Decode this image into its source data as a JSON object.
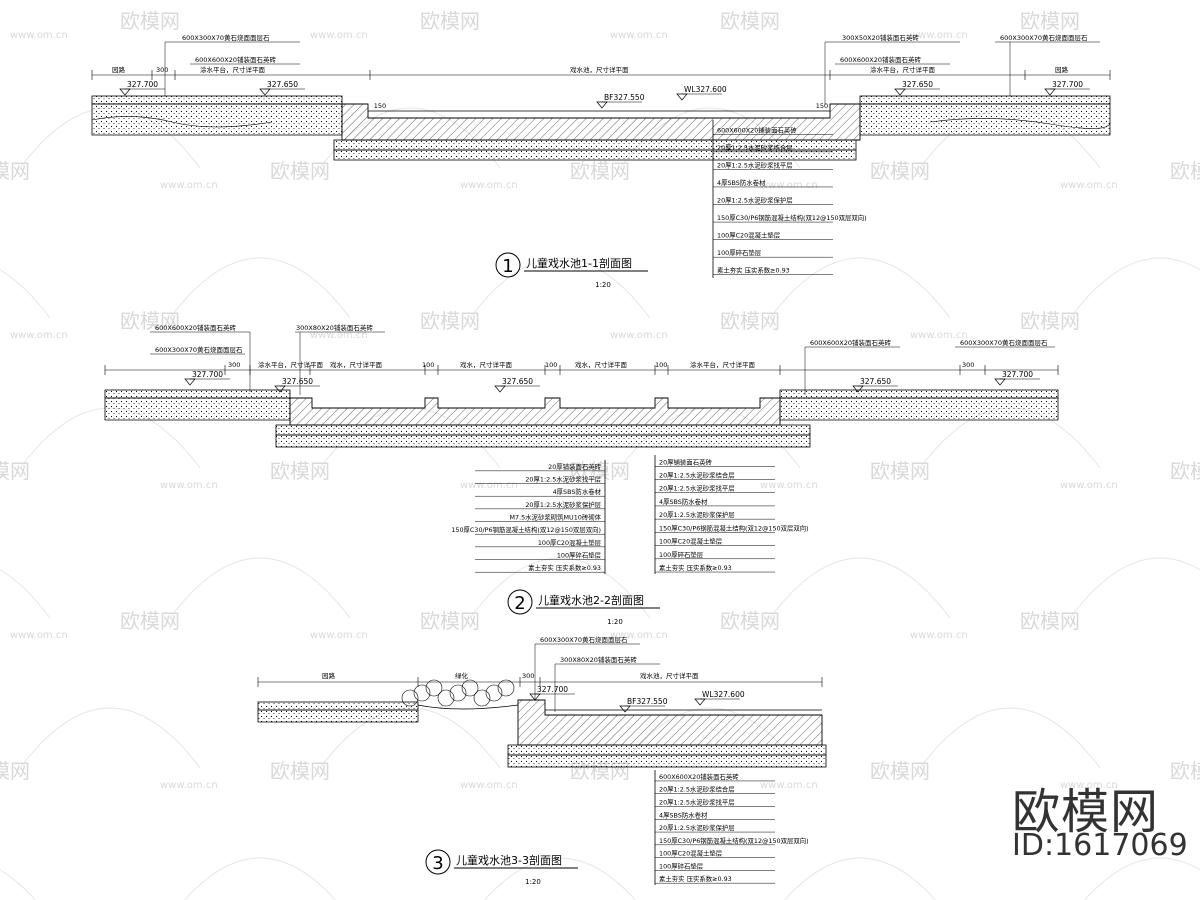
{
  "sections": [
    {
      "title": "儿童戏水池1-1剖面图",
      "scale": "1:20",
      "marker": "1",
      "top_notes": [
        "600X300X70黄石烧面面层石",
        "600X600X20铺装面石英砖",
        "300X50X20铺装面石英砖",
        "600X600X20铺装面石英砖",
        "600X300X70黄石烧面面层石"
      ],
      "spans": [
        "园路",
        "300",
        "涂水平台，尺寸详平面",
        "戏水池，尺寸详平面",
        "涂水平台，尺寸详平面",
        "园路"
      ],
      "levels": [
        "327.700",
        "327.650",
        "BF327.550",
        "WL327.600",
        "327.650",
        "327.700"
      ],
      "dims": [
        "150",
        "150"
      ],
      "layers": [
        "600X600X20铺装面石英砖",
        "20厚1:2.5水泥砂浆结合层",
        "20厚1:2.5水泥砂浆找平层",
        "4厚SBS防水卷材",
        "20厚1:2.5水泥砂浆保护层",
        "150厚C30/P6钢筋混凝土结构(双12@150双层双向)",
        "100厚C20混凝土垫层",
        "100厚碎石垫层",
        "素土夯实  压实系数≥0.93"
      ]
    },
    {
      "title": "儿童戏水池2-2剖面图",
      "scale": "1:20",
      "marker": "2",
      "top_notes": [
        "600X600X20铺装面石英砖",
        "600X300X70黄石烧面面层石",
        "300X80X20铺装面石英砖",
        "600X600X20铺装面石英砖",
        "600X300X70黄石烧面面层石"
      ],
      "spans": [
        "300",
        "涂水平台，尺寸详平面",
        "戏水，尺寸详平面",
        "100",
        "戏水，尺寸详平面",
        "100",
        "戏水，尺寸详平面",
        "100",
        "涂水平台，尺寸详平面",
        "300"
      ],
      "levels": [
        "327.700",
        "327.650",
        "327.650",
        "327.650",
        "327.700"
      ],
      "layers_left": [
        "20厚铺装面石英砖",
        "20厚1:2.5水泥砂浆找平层",
        "4厚SBS防水卷材",
        "20厚1:2.5水泥砂浆保护层",
        "M7.5水泥砂浆砌筑MU10砖砌体",
        "150厚C30/P6钢筋混凝土结构(双12@150双层双向)",
        "100厚C20混凝土垫层",
        "100厚碎石垫层",
        "素土夯实  压实系数≥0.93"
      ],
      "layers_right": [
        "20厚铺装面石英砖",
        "20厚1:2.5水泥砂浆结合层",
        "20厚1:2.5水泥砂浆找平层",
        "4厚SBS防水卷材",
        "20厚1:2.5水泥砂浆保护层",
        "150厚C30/P6钢筋混凝土结构(双12@150双层双向)",
        "100厚C20混凝土垫层",
        "100厚碎石垫层",
        "素土夯实  压实系数≥0.93"
      ]
    },
    {
      "title": "儿童戏水池3-3剖面图",
      "scale": "1:20",
      "marker": "3",
      "top_notes": [
        "600X300X70黄石烧面面层石",
        "300X80X20铺装面石英砖"
      ],
      "spans": [
        "园路",
        "绿化",
        "300",
        "戏水池，尺寸详平面"
      ],
      "levels": [
        "327.700",
        "BF327.550",
        "WL327.600"
      ],
      "layers": [
        "600X600X20铺装面石英砖",
        "20厚1:2.5水泥砂浆结合层",
        "20厚1:2.5水泥砂浆找平层",
        "4厚SBS防水卷材",
        "20厚1:2.5水泥砂浆保护层",
        "150厚C30/P6钢筋混凝土结构(双12@150双层双向)",
        "100厚C20混凝土垫层",
        "100厚碎石垫层",
        "素土夯实  压实系数≥0.93"
      ]
    }
  ],
  "watermark": {
    "brand": "欧模网",
    "site": "www.om.cn",
    "id": "ID:1617069"
  }
}
